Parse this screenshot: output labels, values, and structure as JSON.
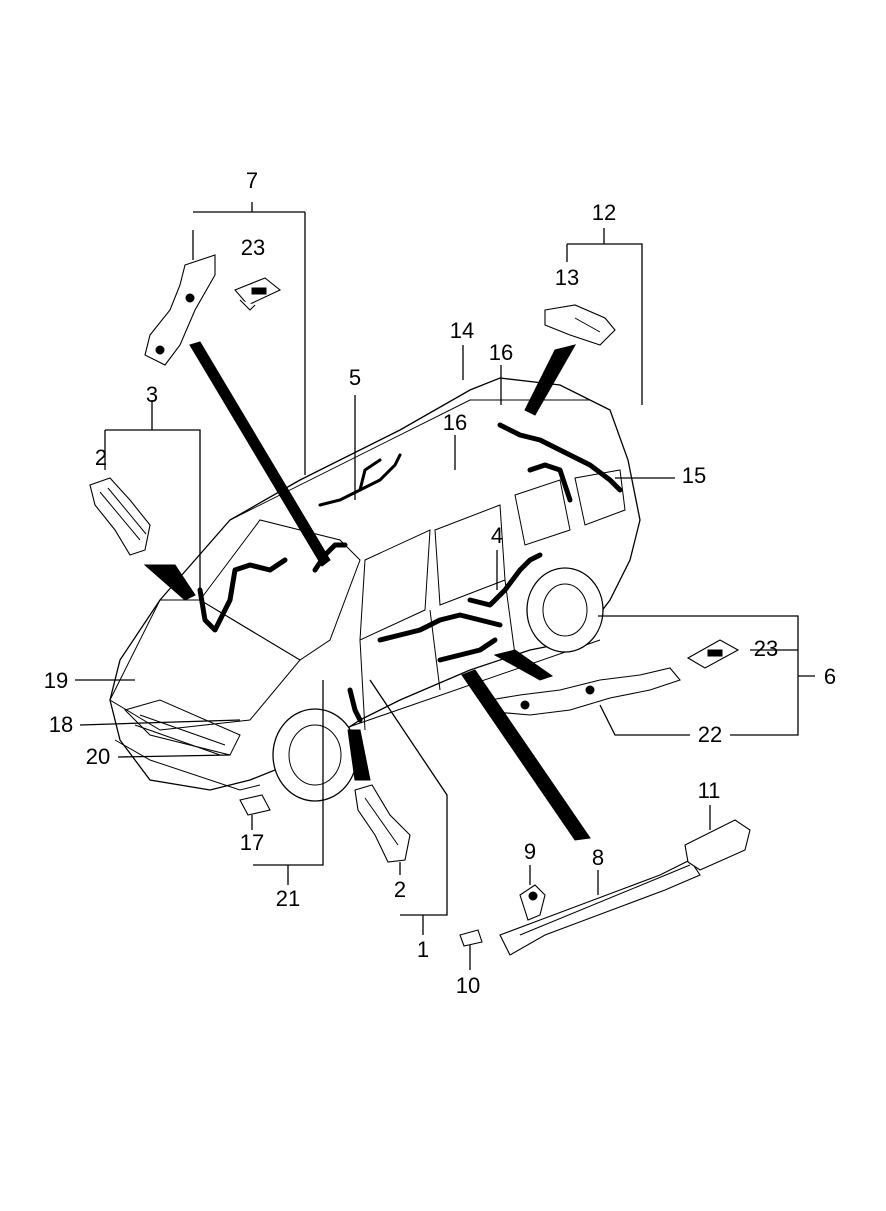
{
  "diagram": {
    "callouts": [
      {
        "id": "c7",
        "label": "7"
      },
      {
        "id": "c23a",
        "label": "23"
      },
      {
        "id": "c3",
        "label": "3"
      },
      {
        "id": "c2a",
        "label": "2"
      },
      {
        "id": "c5",
        "label": "5"
      },
      {
        "id": "c14",
        "label": "14"
      },
      {
        "id": "c16a",
        "label": "16"
      },
      {
        "id": "c16b",
        "label": "16"
      },
      {
        "id": "c12",
        "label": "12"
      },
      {
        "id": "c13",
        "label": "13"
      },
      {
        "id": "c15",
        "label": "15"
      },
      {
        "id": "c4",
        "label": "4"
      },
      {
        "id": "c23b",
        "label": "23"
      },
      {
        "id": "c6",
        "label": "6"
      },
      {
        "id": "c22",
        "label": "22"
      },
      {
        "id": "c19",
        "label": "19"
      },
      {
        "id": "c18",
        "label": "18"
      },
      {
        "id": "c20",
        "label": "20"
      },
      {
        "id": "c17",
        "label": "17"
      },
      {
        "id": "c21",
        "label": "21"
      },
      {
        "id": "c2b",
        "label": "2"
      },
      {
        "id": "c1",
        "label": "1"
      },
      {
        "id": "c11",
        "label": "11"
      },
      {
        "id": "c9",
        "label": "9"
      },
      {
        "id": "c8",
        "label": "8"
      },
      {
        "id": "c10",
        "label": "10"
      }
    ]
  }
}
